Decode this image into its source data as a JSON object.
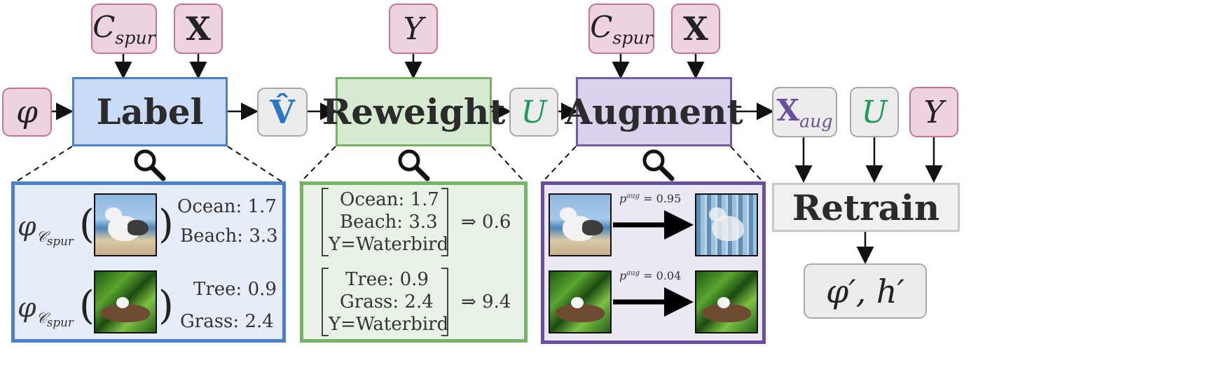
{
  "inputs": {
    "c_spur": "C",
    "c_spur_sub": "spur",
    "x": "X",
    "y": "Y",
    "phi": "φ",
    "v_hat": "V̂",
    "u": "U",
    "x_aug": "X",
    "x_aug_sub": "aug"
  },
  "stages": {
    "label": "Label",
    "reweight": "Reweight",
    "augment": "Augment",
    "retrain": "Retrain"
  },
  "output": "φ′, h′",
  "label_panel": {
    "phi_sub": "𝒞",
    "phi_sub2": "spur",
    "rows": [
      {
        "line1": "Ocean:",
        "value1": "1.7",
        "line2": "Beach:",
        "value2": "3.3"
      },
      {
        "line1": "Tree:",
        "value1": "0.9",
        "line2": "Grass:",
        "value2": "2.4"
      }
    ]
  },
  "reweight_panel": {
    "groups": [
      {
        "l1": "Ocean:  1.7",
        "l2": "Beach:  3.3",
        "l3": "Y=Waterbird",
        "result": "⇒ 0.6"
      },
      {
        "l1": "Tree:  0.9",
        "l2": "Grass:  2.4",
        "l3": "Y=Waterbird",
        "result": "⇒ 9.4"
      }
    ]
  },
  "augment_panel": {
    "p_label": "p",
    "p_sup": "aug",
    "p1": "= 0.95",
    "p2": "= 0.04"
  },
  "colors": {
    "pink_fill": "#ecd3df",
    "gray_fill": "#ececec",
    "label_blue": "#4a7fd3",
    "reweight_green": "#74b364",
    "augment_purple": "#6a4ea1",
    "vhat_blue": "#2a78c5",
    "u_green": "#1e9a5a",
    "xaug_purple": "#6a4ea1"
  },
  "icons": [
    "magnifier-icon",
    "magnifier-icon",
    "magnifier-icon"
  ]
}
